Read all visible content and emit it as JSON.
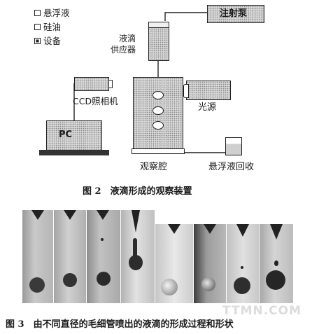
{
  "legend": [
    {
      "mark": "□",
      "label": "悬浮液"
    },
    {
      "mark": "□",
      "label": "硅油"
    },
    {
      "mark": "■",
      "label": "设备"
    }
  ],
  "figure2": {
    "syringe_pump": "注射泵",
    "droplet_supplier": [
      "液滴",
      "供应器"
    ],
    "camera": "CCD照相机",
    "pc": "PC",
    "light_source": "光源",
    "chamber": "观察腔",
    "recovery": "悬浮液回收",
    "caption": "图 2　液滴形成的观察装置"
  },
  "figure3": {
    "caption": "图 3　由不同直径的毛细管喷出的液滴的形成过程和形状",
    "panel_count": 8
  },
  "watermark": "TTMN.COM"
}
